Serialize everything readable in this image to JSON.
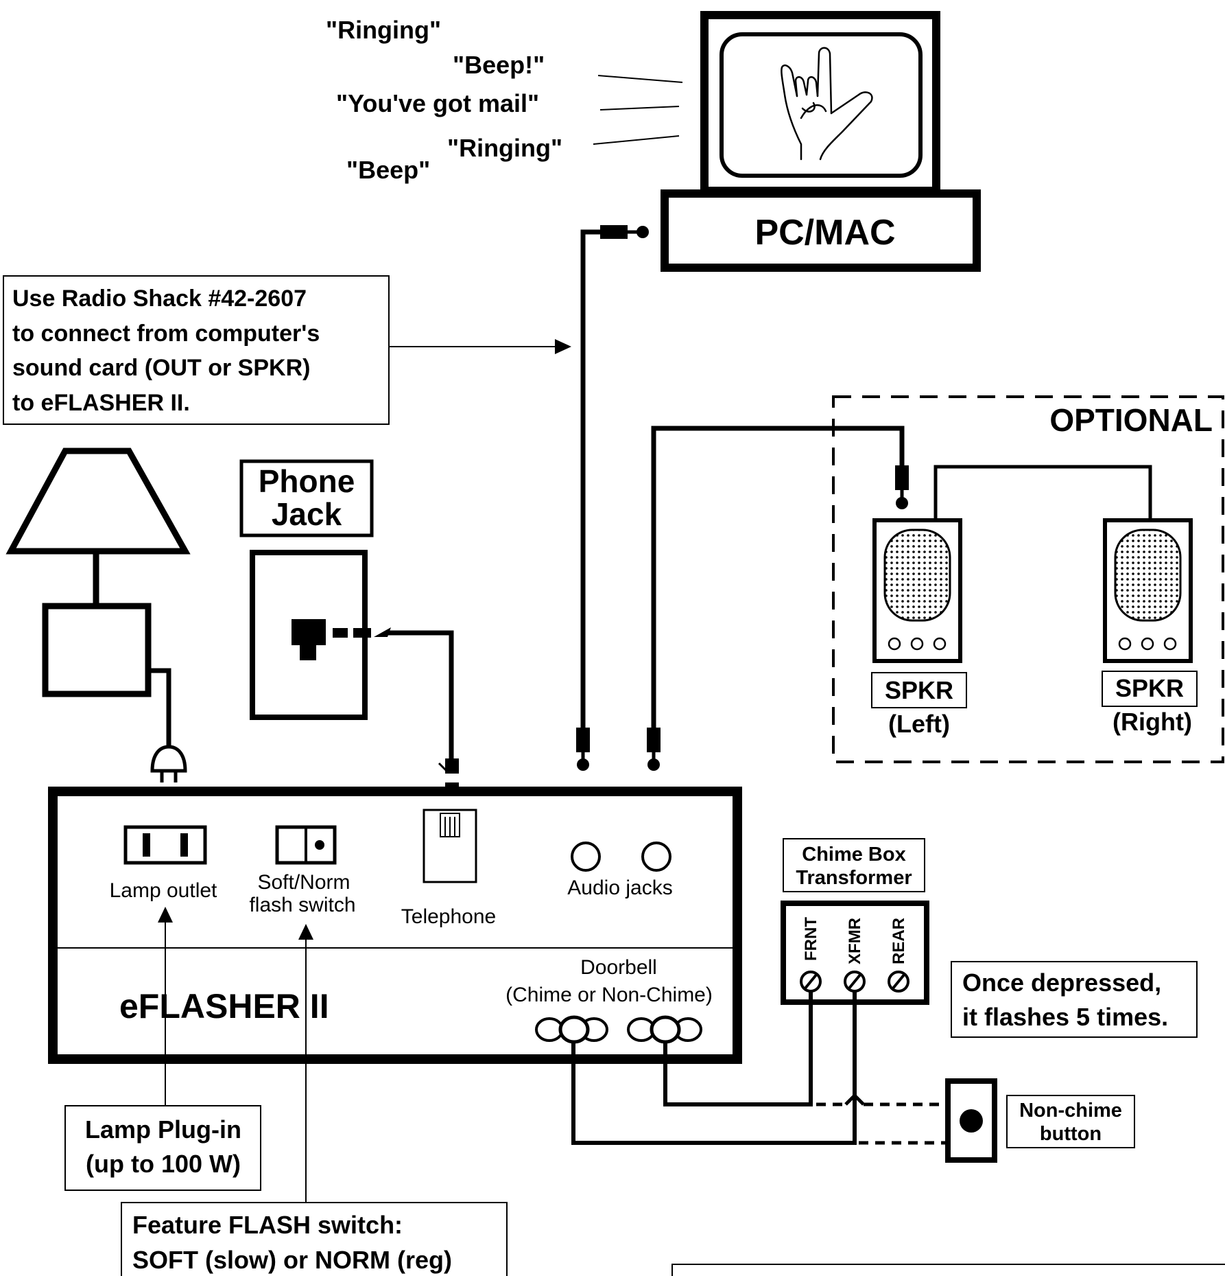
{
  "sounds": {
    "ringing1": "\"Ringing\"",
    "beep1": "\"Beep!\"",
    "mail": "\"You've got mail\"",
    "ringing2": "\"Ringing\"",
    "beep2": "\"Beep\""
  },
  "computer": {
    "label": "PC/MAC",
    "icon": "sign-language-hand-icon"
  },
  "callouts": {
    "radio_shack": [
      "Use Radio Shack #42-2607",
      "to connect from computer's",
      "sound card (OUT or SPKR)",
      "to eFLASHER II."
    ],
    "lamp_plugin": [
      "Lamp Plug-in",
      "(up to 100 W)"
    ],
    "flash_switch": [
      "Feature FLASH switch:",
      "SOFT (slow) or NORM (reg)"
    ],
    "flashes": [
      "Once depressed,",
      "it flashes 5 times."
    ]
  },
  "phone_jack": {
    "title": [
      "Phone",
      "Jack"
    ]
  },
  "optional": {
    "label": "OPTIONAL",
    "left_speaker": {
      "label": "SPKR",
      "side": "(Left)"
    },
    "right_speaker": {
      "label": "SPKR",
      "side": "(Right)"
    }
  },
  "device": {
    "name": "eFLASHER II",
    "lamp_outlet": "Lamp outlet",
    "switch": [
      "Soft/Norm",
      "flash switch"
    ],
    "telephone": "Telephone",
    "audio": "Audio jacks",
    "doorbell": [
      "Doorbell",
      "(Chime or Non-Chime)"
    ]
  },
  "chime": {
    "title": [
      "Chime Box",
      "Transformer"
    ],
    "terminals": [
      "FRNT",
      "XFMR",
      "REAR"
    ]
  },
  "nonchime": {
    "label": [
      "Non-chime",
      "button"
    ]
  }
}
